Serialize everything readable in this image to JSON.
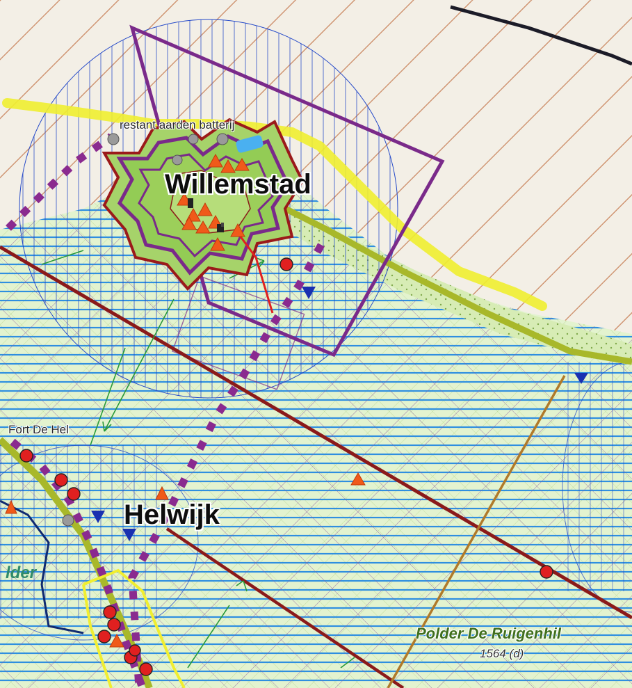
{
  "map": {
    "labels": {
      "willemstad": "Willemstad",
      "helwijk": "Helwijk",
      "restant_aarden_batterij": "restant aarden batterij",
      "fort_de_hel": "Fort De Hel",
      "polder_de_ruigenhil": "Polder De Ruigenhil",
      "polder_date": "1564 (d)",
      "polder_left_fragment": "lder"
    },
    "colors": {
      "water": "#f3efe6",
      "polder_fill": "#e3f3cf",
      "blue_hatch": "#2f8fe0",
      "blue_vertical": "#2348c8",
      "diagonal_hatch": "#c8825a",
      "cross_hatch_purple": "#8b5aa0",
      "dike_dotted": "#8a2a8f",
      "dike_green": "#a8b82a",
      "yellow_line": "#f0ee30",
      "dark_red_line": "#8b1a1a",
      "brown_line": "#b07a2a",
      "fortress_green": "#9ccf5a",
      "marker_red": "#e02020",
      "marker_orange": "#f05a1a",
      "marker_blue": "#1a30b0",
      "marker_grey": "#9a9a9a"
    }
  }
}
